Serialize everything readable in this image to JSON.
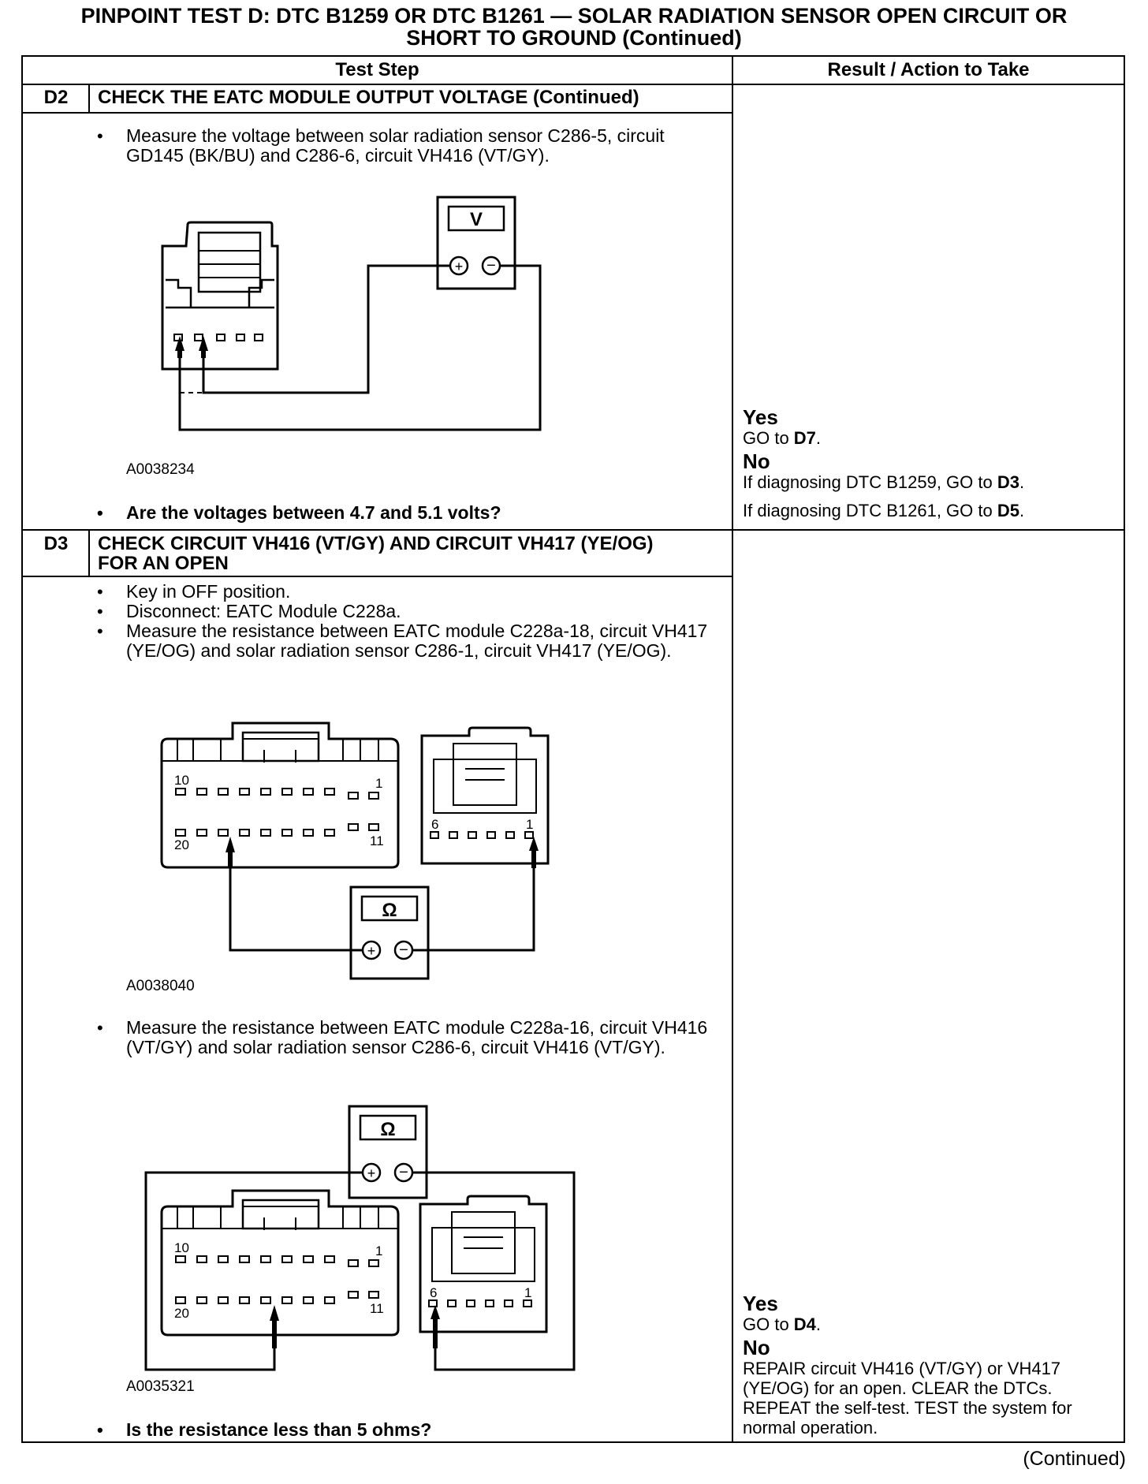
{
  "title": {
    "line1": "PINPOINT TEST D: DTC B1259 OR DTC B1261 — SOLAR RADIATION SENSOR OPEN CIRCUIT OR",
    "line2": "SHORT TO GROUND (Continued)"
  },
  "table": {
    "col_test_step": "Test Step",
    "col_result": "Result / Action to Take"
  },
  "d2": {
    "id": "D2",
    "title": "CHECK THE EATC MODULE OUTPUT VOLTAGE (Continued)",
    "bullet1": "Measure the voltage between solar radiation sensor C286-5, circuit GD145 (BK/BU) and C286-6, circuit VH416 (VT/GY).",
    "meter_symbol": "V",
    "figure_code": "A0038234",
    "question": "Are the voltages between 4.7 and 5.1 volts?",
    "result": {
      "yes_label": "Yes",
      "yes_pre": "GO to ",
      "yes_target": "D7",
      "yes_post": ".",
      "no_label": "No",
      "no1_pre": "If diagnosing DTC B1259, GO to ",
      "no1_target": "D3",
      "no1_post": ".",
      "no2_pre": "If diagnosing DTC B1261, GO to ",
      "no2_target": "D5",
      "no2_post": "."
    }
  },
  "d3": {
    "id": "D3",
    "title_line1": "CHECK CIRCUIT VH416 (VT/GY) AND CIRCUIT VH417 (YE/OG)",
    "title_line2": "FOR AN OPEN",
    "bullet1": "Key in OFF position.",
    "bullet2": "Disconnect: EATC Module C228a.",
    "bullet3": "Measure the resistance between EATC module C228a-18, circuit VH417 (YE/OG) and solar radiation sensor C286-1, circuit VH417 (YE/OG).",
    "meter_symbol": "Ω",
    "figure1_code": "A0038040",
    "bullet4": "Measure the resistance between EATC module C228a-16, circuit VH416 (VT/GY) and solar radiation sensor C286-6, circuit VH416 (VT/GY).",
    "figure2_code": "A0035321",
    "question": "Is the resistance less than 5 ohms?",
    "pins": {
      "p10": "10",
      "p1": "1",
      "p20": "20",
      "p11": "11",
      "s6": "6",
      "s1": "1"
    },
    "result": {
      "yes_label": "Yes",
      "yes_pre": "GO to ",
      "yes_target": "D4",
      "yes_post": ".",
      "no_label": "No",
      "no_text": "REPAIR circuit VH416 (VT/GY) or VH417 (YE/OG) for an open. CLEAR the DTCs. REPEAT the self-test. TEST the system for normal operation."
    }
  },
  "continued": "(Continued)"
}
